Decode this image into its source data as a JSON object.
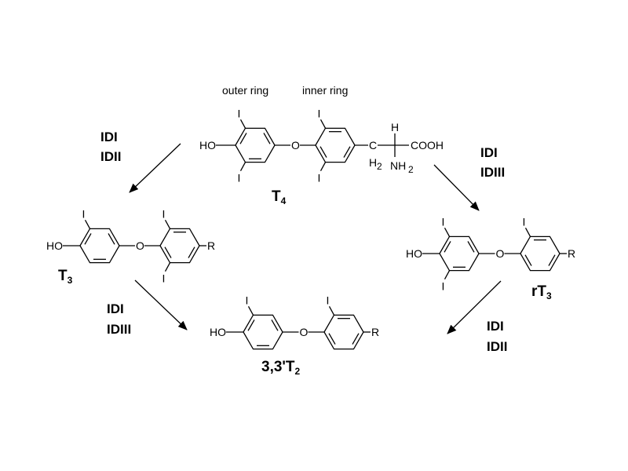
{
  "ring_labels": {
    "outer": "outer ring",
    "inner": "inner ring"
  },
  "compounds": {
    "t4": {
      "name": "T",
      "sub": "4"
    },
    "t3": {
      "name": "T",
      "sub": "3"
    },
    "rt3": {
      "name": "rT",
      "sub": "3"
    },
    "t2": {
      "name": "3,3'T",
      "sub": "2"
    }
  },
  "atoms": {
    "iodine": "I",
    "hydroxyl": "HO",
    "oxygen": "O",
    "r_group": "R",
    "carbon": "C",
    "hydrogen": "H",
    "h2": "H",
    "h2_sub": "2",
    "amine": "NH",
    "amine_sub": "2",
    "carboxyl": "COOH"
  },
  "enzymes": {
    "t4_to_t3": [
      "IDI",
      "IDII"
    ],
    "t4_to_rt3": [
      "IDI",
      "IDIII"
    ],
    "t3_to_t2": [
      "IDI",
      "IDIII"
    ],
    "rt3_to_t2": [
      "IDI",
      "IDII"
    ]
  }
}
